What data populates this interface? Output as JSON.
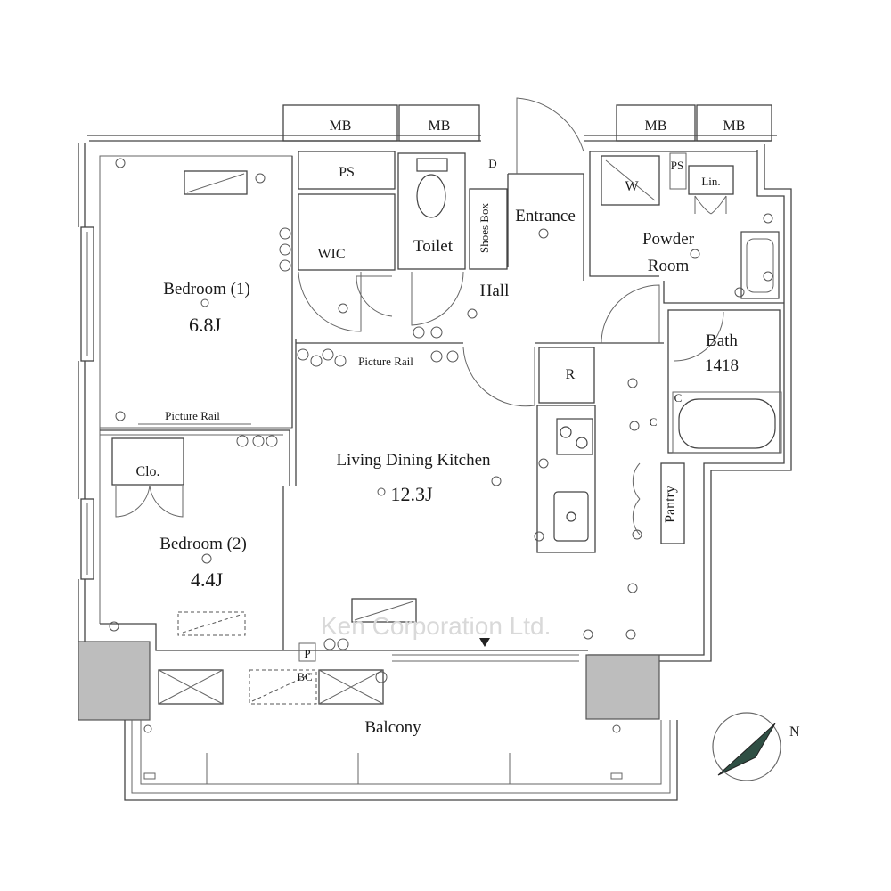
{
  "rooms": {
    "mb1": "MB",
    "mb2": "MB",
    "mb3": "MB",
    "mb4": "MB",
    "ps": "PS",
    "ps_vertical": "PS",
    "wic": "WIC",
    "toilet": "Toilet",
    "shoes_box": "Shoes Box",
    "entrance": "Entrance",
    "washer": "W",
    "linen": "Lin.",
    "powder_room_1": "Powder",
    "powder_room_2": "Room",
    "hall": "Hall",
    "bath": "Bath",
    "bath_size": "1418",
    "refrigerator": "R",
    "bedroom1": "Bedroom (1)",
    "bedroom1_size": "6.8J",
    "picture_rail_1": "Picture Rail",
    "picture_rail_2": "Picture Rail",
    "closet": "Clo.",
    "ldk": "Living Dining Kitchen",
    "ldk_size": "12.3J",
    "pantry": "Pantry",
    "bedroom2": "Bedroom (2)",
    "bedroom2_size": "4.4J",
    "balcony": "Balcony",
    "door_d": "D",
    "panel_p": "P",
    "panel_c1": "C",
    "panel_c2": "C",
    "bc": "BC"
  },
  "watermark": "Ken Corporation Ltd.",
  "compass": {
    "label": "N"
  }
}
